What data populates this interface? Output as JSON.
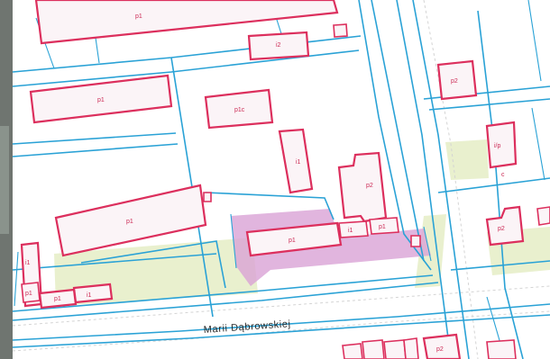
{
  "map": {
    "street_name": "Marii Dąbrowskiej",
    "building_labels": {
      "top_strip": "p1",
      "top_small": "i2",
      "left_upper": "p1",
      "center_upper": "p1c",
      "center_tall": "i1",
      "right_block": "p2",
      "left_mid": "p1",
      "highlighted": "p1",
      "small_a": "i1",
      "small_b": "p1",
      "left_bottom_a": "i1",
      "left_bottom_b": "p1",
      "left_bottom_c": "i1",
      "left_bottom_d": "p1",
      "far_right_top": "p2",
      "far_right_mid": "i/p",
      "far_right_low": "p2",
      "bottom_small": "p2"
    },
    "far_right_annotation": "c",
    "colors": {
      "parcel_boundary": "#2aa2d6",
      "building_outline": "#dc2f5d",
      "highlight": "#d9a2d6",
      "green_area": "#e3ecc2"
    }
  }
}
